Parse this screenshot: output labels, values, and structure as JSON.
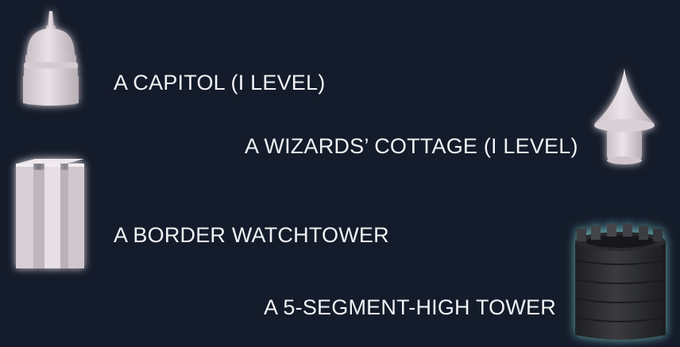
{
  "items": [
    {
      "id": "capitol",
      "label": "A CAPITOL (I LEVEL)"
    },
    {
      "id": "cottage",
      "label": "A WIZARDS’ COTTAGE (I LEVEL)"
    },
    {
      "id": "watchtower",
      "label": "A BORDER WATCHTOWER"
    },
    {
      "id": "tower",
      "label": "A 5-SEGMENT-HIGH TOWER"
    }
  ],
  "colors": {
    "background": "#141b2a",
    "text": "#f2f3f6",
    "glow": "#7fd9d6",
    "light_model": "#dfd6dc",
    "dark_model": "#2e2f33"
  }
}
